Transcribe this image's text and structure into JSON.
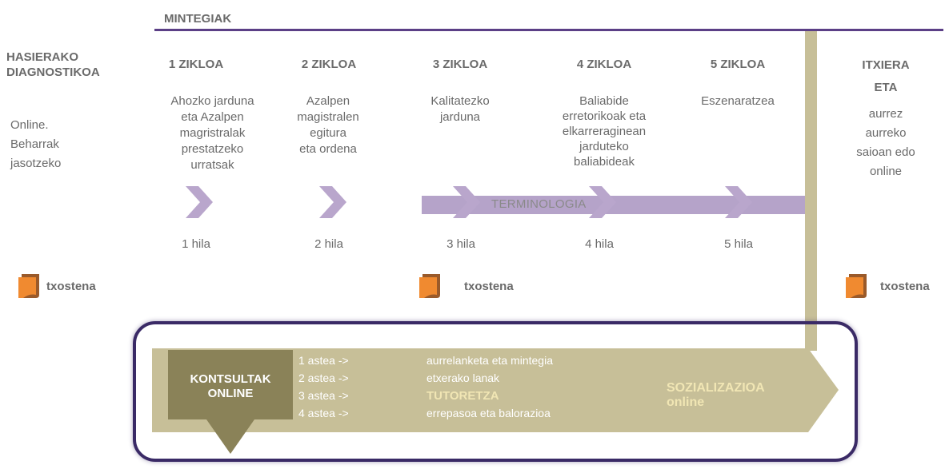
{
  "mintegiak": "MINTEGIAK",
  "hasierako": {
    "title_line1": "HASIERAKO",
    "title_line2": "DIAGNOSTIKOA",
    "desc_lines": [
      "Online.",
      "Beharrak",
      "jasotzeko"
    ]
  },
  "zikloak": [
    {
      "title": "1 ZIKLOA",
      "desc": [
        "Ahozko jarduna",
        "eta Azalpen",
        "magristralak",
        "prestatzeko",
        "urratsak"
      ],
      "month": "1 hila"
    },
    {
      "title": "2 ZIKLOA",
      "desc": [
        "Azalpen",
        "magistralen",
        "egitura",
        "eta ordena"
      ],
      "month": "2 hila"
    },
    {
      "title": "3 ZIKLOA",
      "desc": [
        "Kalitatezko",
        "jarduna"
      ],
      "month": "3 hila"
    },
    {
      "title": "4 ZIKLOA",
      "desc": [
        "Baliabide",
        "erretorikoak eta",
        "elkarreraginean",
        "jarduteko",
        "baliabideak"
      ],
      "month": "4 hila"
    },
    {
      "title": "5 ZIKLOA",
      "desc": [
        "Eszenaratzea"
      ],
      "month": "5 hila"
    }
  ],
  "itxiera": {
    "title_line1": "ITXIERA",
    "title_line2": "ETA",
    "desc_lines": [
      "aurrez",
      "aurreko",
      "saioan edo",
      "online"
    ]
  },
  "terminologia": "TERMINOLOGIA",
  "txostena": "txostena",
  "kontsultak": {
    "line1": "KONTSULTAK",
    "line2": "ONLINE"
  },
  "weeks": [
    {
      "label": "1 astea ->",
      "activity": "aurrelanketa eta mintegia",
      "highlight": false
    },
    {
      "label": "2 astea ->",
      "activity": "etxerako lanak",
      "highlight": false
    },
    {
      "label": "3 astea ->",
      "activity": "TUTORETZA",
      "highlight": true
    },
    {
      "label": "4 astea ->",
      "activity": "errepasoa eta balorazioa",
      "highlight": false
    }
  ],
  "sozializazioa": {
    "line1": "SOZIALIZAZIOA",
    "line2": "online"
  },
  "colors": {
    "timeline_line": "#5b3f86",
    "chevron": "#b9a6cc",
    "terminology_bar": "#b5a3c9",
    "tan_bar": "#c7bf98",
    "dark_olive": "#8a8258",
    "highlight_text": "#f1e6b4",
    "frame": "#3a2a66",
    "doc_orange": "#f08a30"
  }
}
